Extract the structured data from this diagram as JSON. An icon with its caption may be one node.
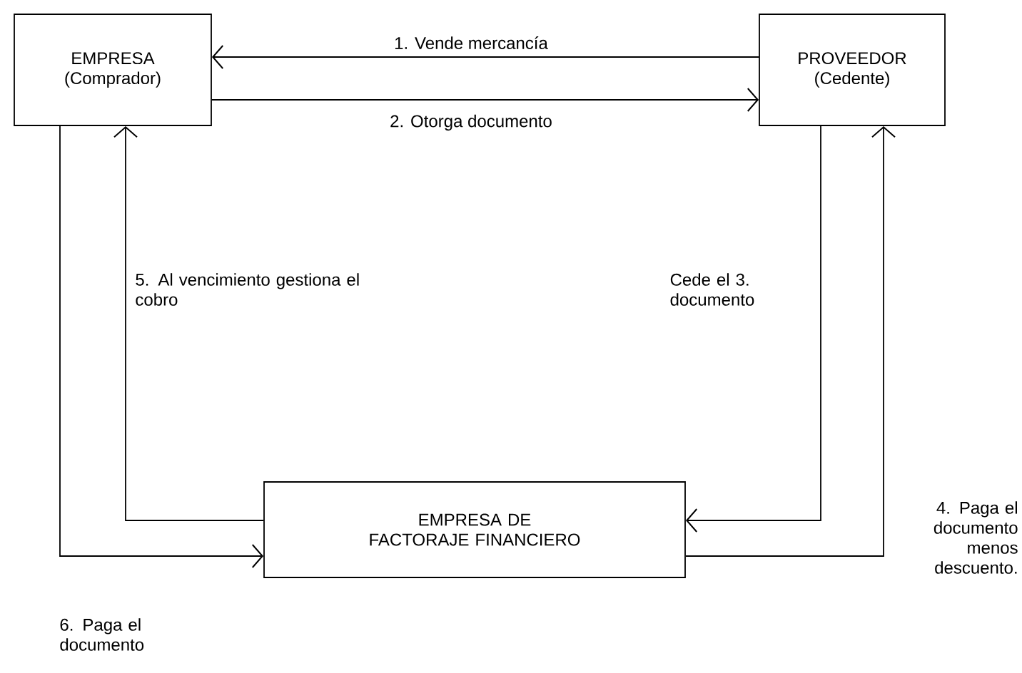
{
  "diagram": {
    "nodes": [
      {
        "text": [
          "EMPRESA",
          "(Comprador)"
        ]
      },
      {
        "text": [
          "PROVEEDOR",
          "(Cedente)"
        ]
      },
      {
        "text": [
          "EMPRESA DE FACTORAJE FINANCIERO"
        ]
      }
    ],
    "edges": [
      {
        "from": 1,
        "to": 0,
        "arrow": "to",
        "label": "1. Vende mercancía"
      },
      {
        "from": 0,
        "to": 1,
        "arrow": "to",
        "label": "2. Otorga documento"
      },
      {
        "from": 1,
        "to": 2,
        "arrow": "to",
        "label": "Cede el 3. documento"
      },
      {
        "from": 2,
        "to": 1,
        "arrow": "to",
        "label": "4. Paga el documento menos descuento."
      },
      {
        "from": 2,
        "to": 0,
        "arrow": "to",
        "label": "5. Al vencimiento gestiona el cobro"
      },
      {
        "from": 0,
        "to": 2,
        "arrow": "to",
        "label": "6. Paga el documento"
      }
    ]
  }
}
